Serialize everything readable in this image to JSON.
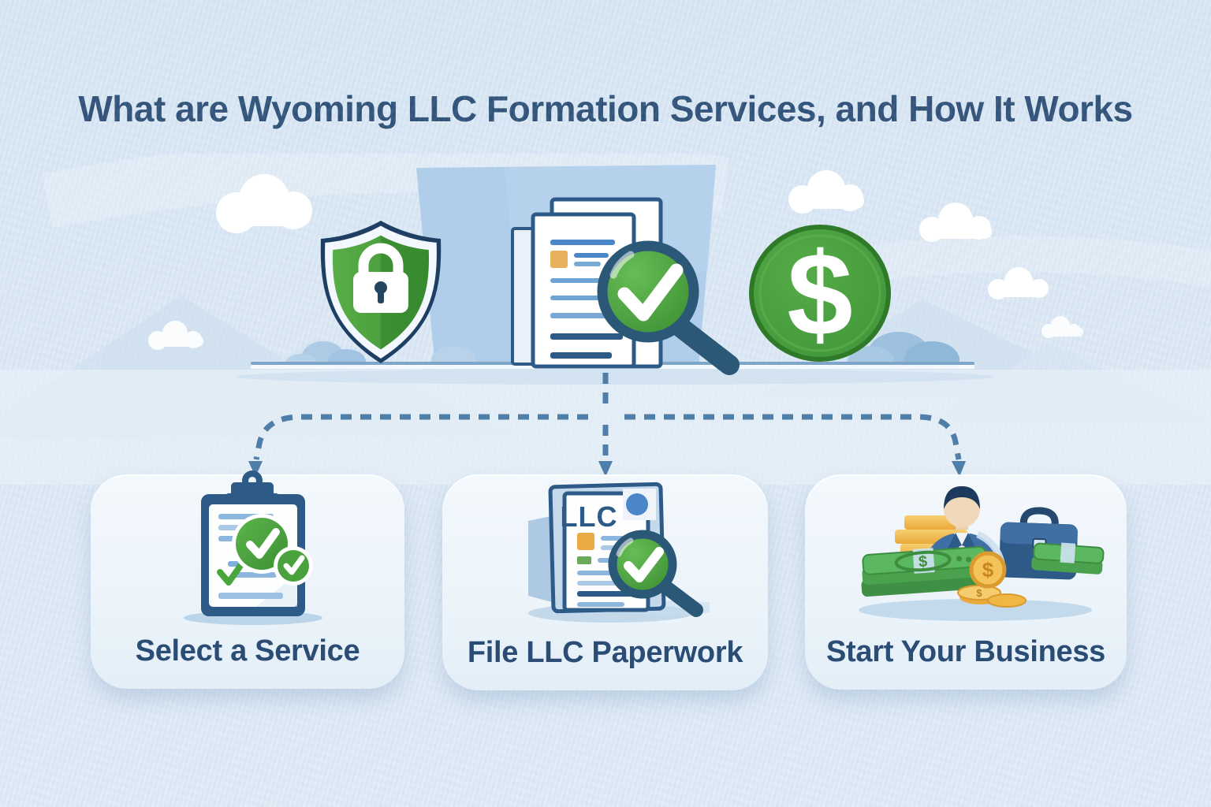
{
  "title": "What are Wyoming LLC Formation Services, and How It Works",
  "steps": [
    {
      "id": "select-service",
      "label": "Select a Service"
    },
    {
      "id": "file-paperwork",
      "label": "File LLC Paperwork",
      "document_text": "LLC"
    },
    {
      "id": "start-business",
      "label": "Start Your Business"
    }
  ],
  "icons": {
    "dollar": "$",
    "check": "✓",
    "shield_lock": "shield-with-padlock",
    "magnifier_check": "magnifying-glass-with-checkmark",
    "clipboard_check": "clipboard-with-green-checks",
    "businessman_money": "businessman-with-cash-coins-briefcase"
  },
  "colors": {
    "background": "#dce9f5",
    "title_text": "#2b4d75",
    "navy_outline": "#2e5a88",
    "shield_navy": "#1e3f63",
    "green": "#4aa23e",
    "green_dark": "#3c8f33",
    "gold": "#f0b745",
    "dash_blue": "#4f7ea9",
    "card_background": "#eef5fb",
    "backdrop_blue": "#b0cde9"
  }
}
